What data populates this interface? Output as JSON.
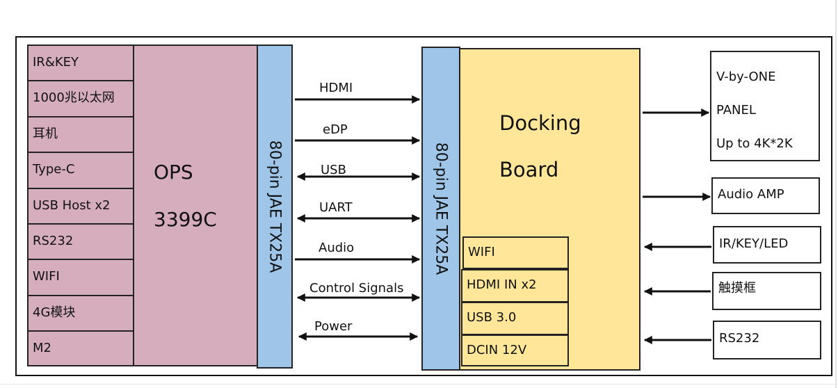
{
  "ops": {
    "title_line1": "OPS",
    "title_line2": "3399C",
    "items": [
      "IR&KEY",
      "1000兆以太网",
      "耳机",
      "Type-C",
      "USB Host x2",
      "RS232",
      "WIFI",
      "4G模块",
      "M2"
    ]
  },
  "connector_left": "80-pin JAE TX25A",
  "connector_right": "80-pin JAE TX25A",
  "signals": [
    {
      "label": "HDMI",
      "direction": "right"
    },
    {
      "label": "eDP",
      "direction": "right"
    },
    {
      "label": "USB",
      "direction": "both"
    },
    {
      "label": "UART",
      "direction": "both"
    },
    {
      "label": "Audio",
      "direction": "right"
    },
    {
      "label": "Control Signals",
      "direction": "both"
    },
    {
      "label": "Power",
      "direction": "both"
    }
  ],
  "docking": {
    "title_line1": "Docking",
    "title_line2": "Board",
    "items": [
      "WIFI",
      "HDMI IN x2",
      "USB 3.0",
      "DCIN 12V"
    ]
  },
  "outputs": {
    "panel": [
      "V-by-ONE",
      "PANEL",
      "Up to 4K*2K"
    ],
    "audio_amp": "Audio AMP",
    "ir_key_led": "IR/KEY/LED",
    "touch": "触摸框",
    "rs232": "RS232"
  },
  "colors": {
    "ops": "#d6adbd",
    "connector": "#9fc5e8",
    "docking": "#ffe699"
  }
}
